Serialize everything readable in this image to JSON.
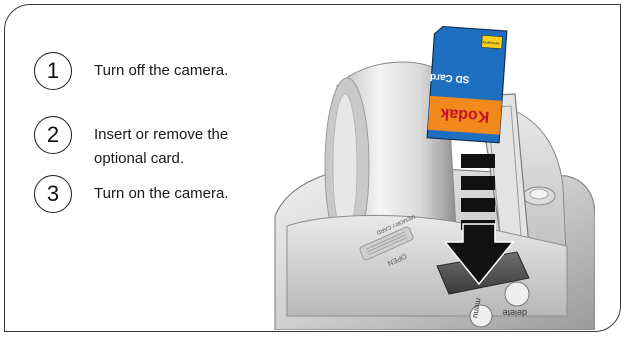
{
  "steps": [
    {
      "number": "1",
      "text": "Turn off the camera."
    },
    {
      "number": "2",
      "text": "Insert or remove the optional card."
    },
    {
      "number": "3",
      "text": "Turn on the camera."
    }
  ],
  "illustration": {
    "card_brand": "Kodak",
    "card_type": "SD Card",
    "card_sticker": "MultiMedia",
    "camera_label_open": "OPEN",
    "camera_label_memory": "MEMORY CARD",
    "camera_button_delete": "delete",
    "camera_button_menu": "menu"
  },
  "colors": {
    "card_blue": "#1f6fc1",
    "card_orange": "#f18a1a",
    "card_yellow": "#f6d21a",
    "arrow_black": "#111111"
  }
}
